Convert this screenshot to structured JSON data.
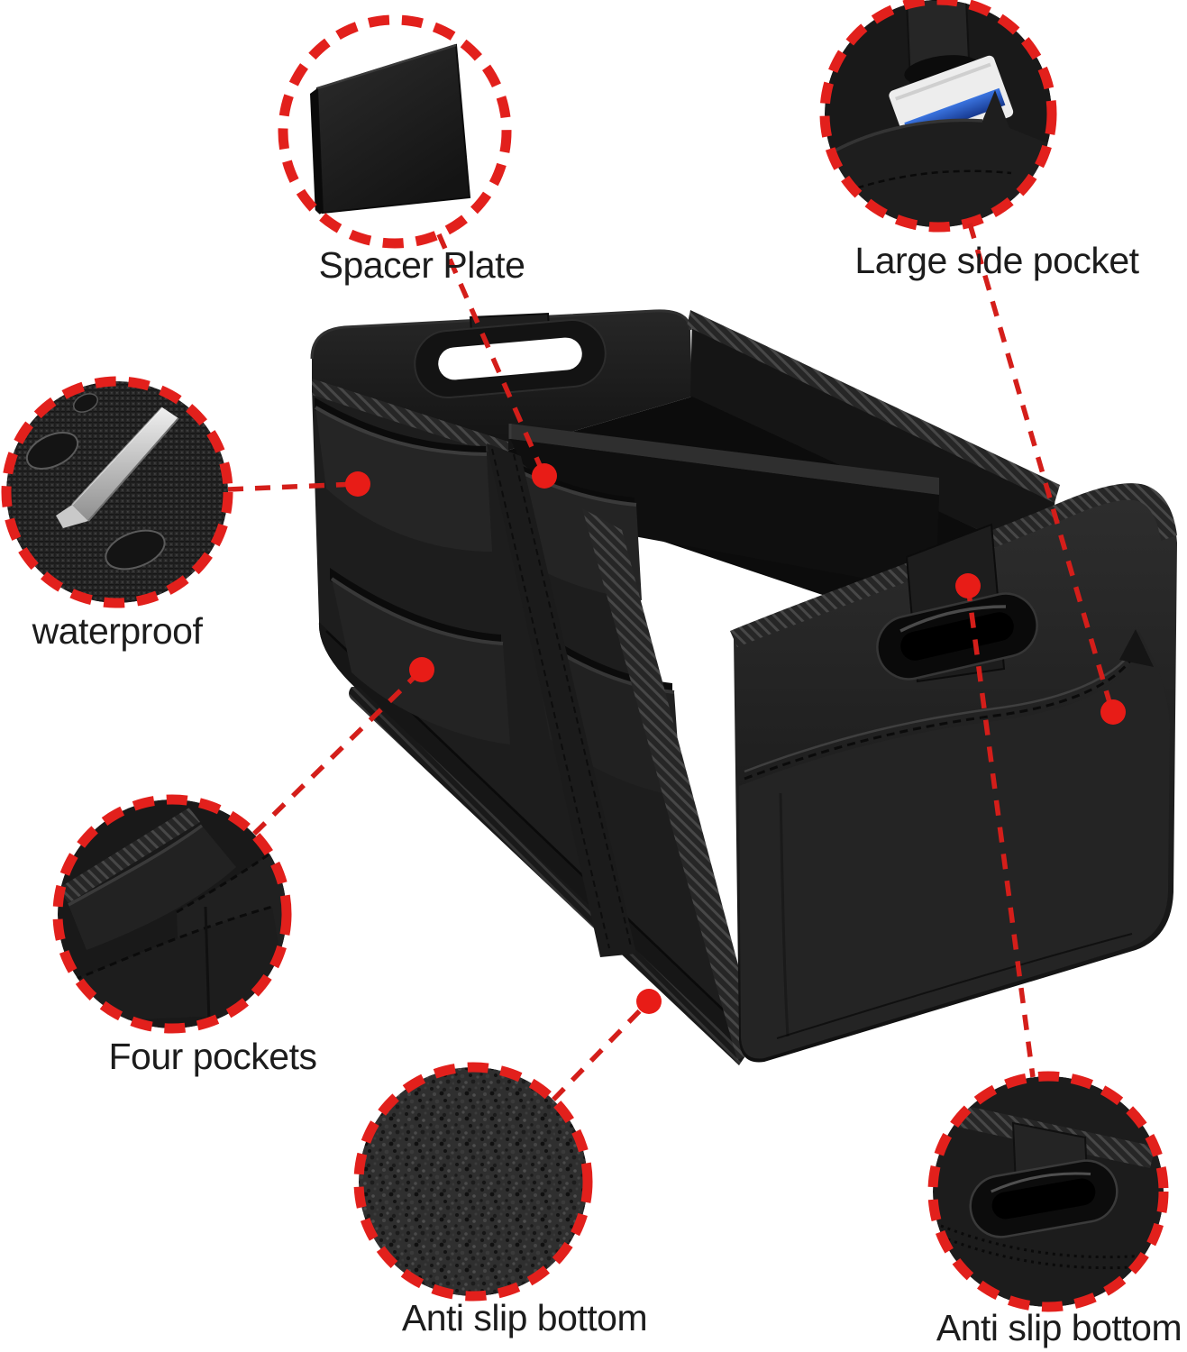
{
  "theme": {
    "background": "#ffffff",
    "accent_red": "#e2201c",
    "connector_red": "#d41e1a",
    "dot_red": "#e81c17",
    "label_color": "#1c1c1c",
    "product_color": "#1a1a1a",
    "tablet_screen_blue": "#2f6bd8"
  },
  "callouts": [
    {
      "id": "spacer-plate",
      "label": "Spacer Plate"
    },
    {
      "id": "large-side-pocket",
      "label": "Large side pocket"
    },
    {
      "id": "waterproof",
      "label": "waterproof"
    },
    {
      "id": "four-pockets",
      "label": "Four pockets"
    },
    {
      "id": "anti-slip-bottom-center",
      "label": "Anti slip bottom"
    },
    {
      "id": "anti-slip-bottom-right",
      "label": "Anti slip bottom"
    }
  ]
}
